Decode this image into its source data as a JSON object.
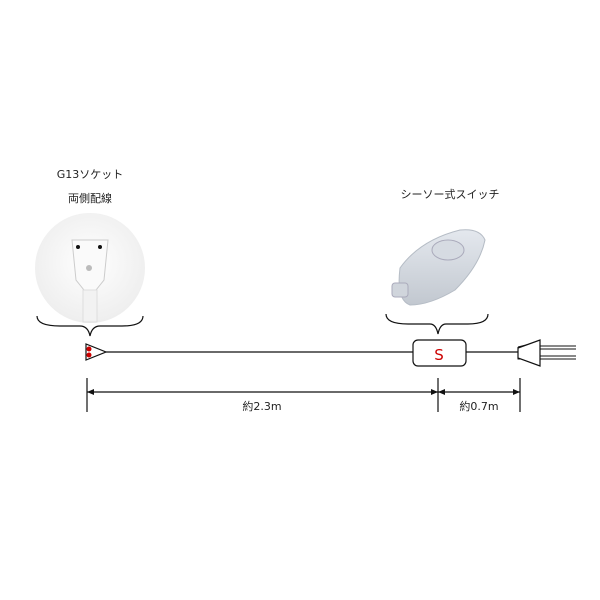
{
  "socket": {
    "title": "G13ソケット",
    "subtitle": "両側配線"
  },
  "switch": {
    "title": "シーソー式スイッチ",
    "symbol": "S"
  },
  "dimensions": {
    "socket_to_switch": "約2.3m",
    "switch_to_plug": "約0.7m"
  },
  "colors": {
    "accent": "#cc0000",
    "line": "#111111"
  }
}
